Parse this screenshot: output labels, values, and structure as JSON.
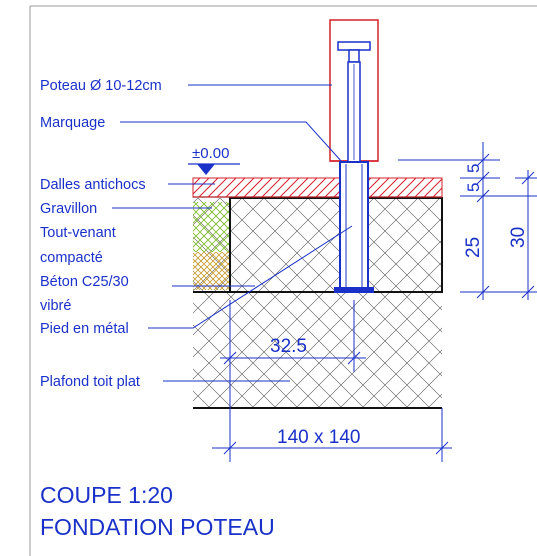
{
  "labels": {
    "poteau": "Poteau Ø 10-12cm",
    "marquage": "Marquage",
    "dalles": "Dalles antichocs",
    "gravillon": "Gravillon",
    "tout_venant_1": "Tout-venant",
    "tout_venant_2": "compacté",
    "beton_1": "Béton C25/30",
    "beton_2": "vibré",
    "pied": "Pied en métal",
    "plafond": "Plafond toit plat"
  },
  "level": "±0.00",
  "dimensions": {
    "d5a": "5",
    "d5b": "5",
    "d25": "25",
    "d30": "30",
    "d32_5": "32.5",
    "d140": "140 x 140"
  },
  "title": {
    "line1": "COUPE  1:20",
    "line2": "FONDATION  POTEAU"
  },
  "colors": {
    "annotation": "#1a31c9",
    "post": "#d6202a",
    "slab": "#d6202a",
    "gravel": "#7fbf2a",
    "concrete": "#c89a2e",
    "hatch": "#505050",
    "frame": "#9a9a9a"
  }
}
